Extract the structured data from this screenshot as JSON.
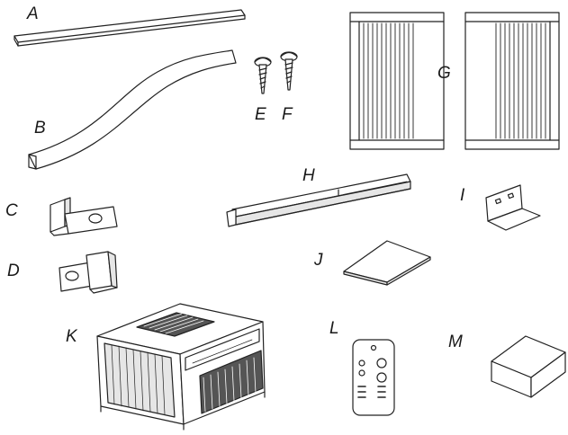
{
  "labels": {
    "a": "A",
    "b": "B",
    "c": "C",
    "d": "D",
    "e": "E",
    "f": "F",
    "g": "G",
    "h": "H",
    "i": "I",
    "j": "J",
    "k": "K",
    "l": "L",
    "m": "M"
  },
  "colors": {
    "line": "#222222",
    "fill": "#ffffff",
    "shade": "#e6e6e6",
    "dark": "#555555"
  }
}
